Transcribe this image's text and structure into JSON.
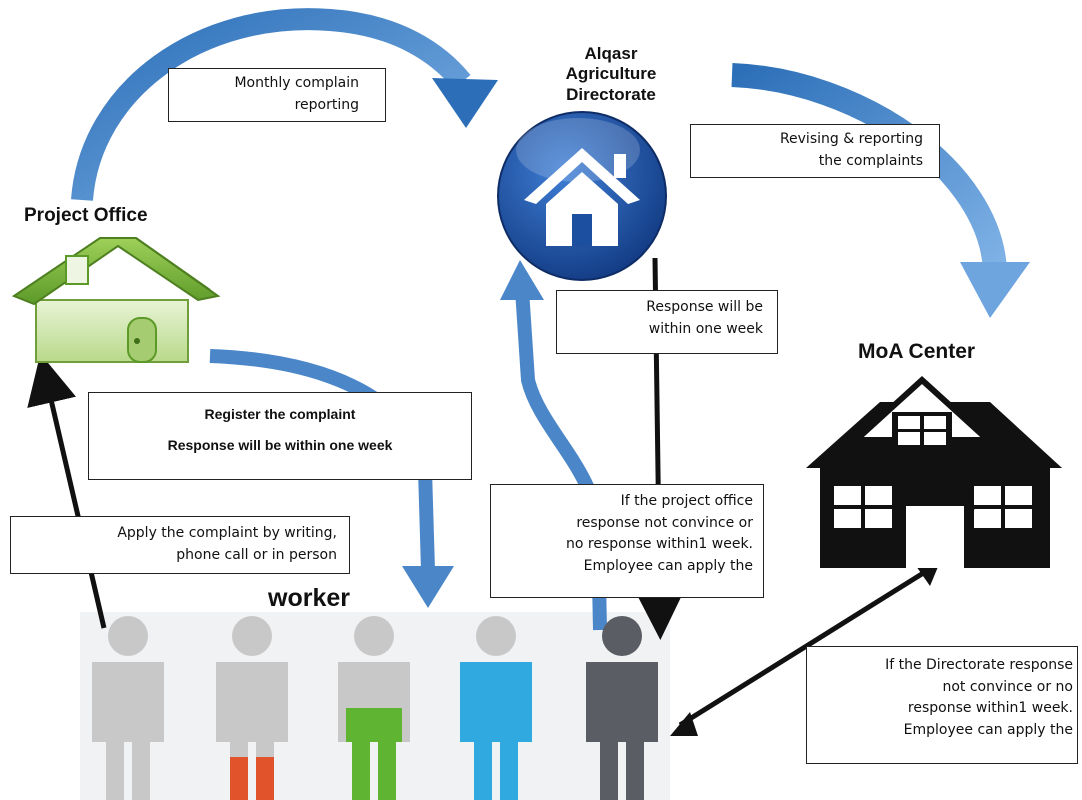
{
  "nodes": {
    "project_office": "Project Office",
    "directorate": [
      "Alqasr",
      "Agriculture",
      "Directorate"
    ],
    "moa_center": "MoA Center",
    "workers": "worker"
  },
  "boxes": {
    "monthly": [
      "Monthly complain",
      "reporting"
    ],
    "revising": [
      "Revising & reporting",
      "the complaints"
    ],
    "register": [
      "Register the complaint",
      "Response will be within one week"
    ],
    "apply": [
      "Apply the complaint by writing,",
      "phone call or in person"
    ],
    "dir_response": [
      "Response will be",
      "within one week"
    ],
    "project_escalation": [
      "If the project office",
      "response not convince or",
      "no response within1 week.",
      "Employee can apply the"
    ],
    "dir_escalation": [
      "If the Directorate response",
      "not convince or no",
      "response within1 week.",
      "Employee can apply the"
    ]
  },
  "colors": {
    "arrow_blue": "#4a86c8",
    "house_green": "#8cc04b",
    "directorate_blue": "#1d4fa0",
    "moa_black": "#111111",
    "worker_gray": "#c8c8c8",
    "worker_orange": "#e0532b",
    "worker_green": "#5fb532",
    "worker_cyan": "#2fa9e0",
    "worker_dark": "#5a5d63"
  },
  "icons": [
    "green-house-icon",
    "directorate-house-icon",
    "moa-building-icon",
    "worker-figure-icon"
  ]
}
